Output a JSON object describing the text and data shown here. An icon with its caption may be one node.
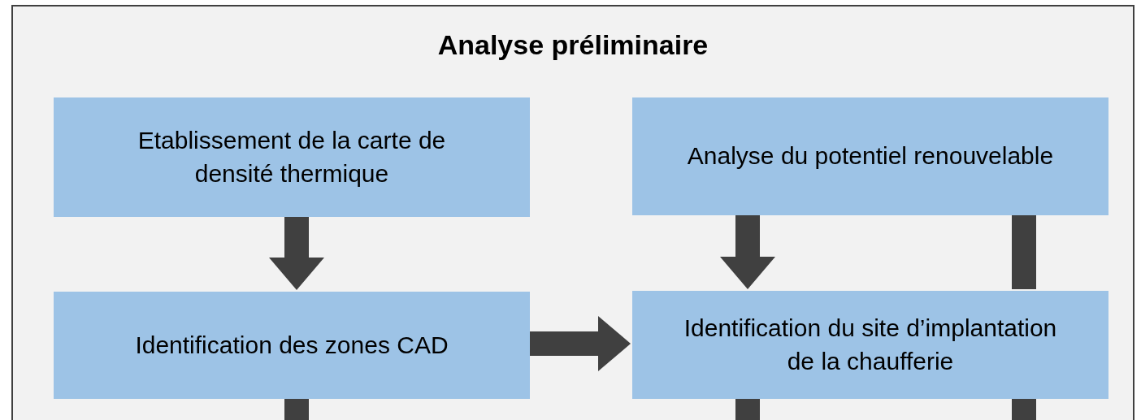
{
  "diagram": {
    "nodes": [
      {
        "text": [
          "Analyse préliminaire"
        ]
      },
      {
        "text": [
          "Etablissement de la carte de densité thermique"
        ],
        "in": 0
      },
      {
        "text": [
          "Analyse du potentiel renouvelable"
        ],
        "in": 0
      },
      {
        "text": [
          "Identification des zones CAD"
        ],
        "in": 0
      },
      {
        "text": [
          "Identification du site d’implantation de la chaufferie"
        ],
        "in": 0
      }
    ],
    "edges": [
      {
        "from": 1,
        "to": 3,
        "arrow": "to"
      },
      {
        "from": 2,
        "to": 4,
        "arrow": "to"
      },
      {
        "from": 2,
        "to": 4,
        "arrow": "none"
      },
      {
        "from": 3,
        "to": 4,
        "arrow": "to"
      },
      {
        "from": 3,
        "to": null,
        "arrow": "none"
      },
      {
        "from": 4,
        "to": null,
        "arrow": "none"
      },
      {
        "from": 4,
        "to": null,
        "arrow": "none"
      }
    ]
  }
}
